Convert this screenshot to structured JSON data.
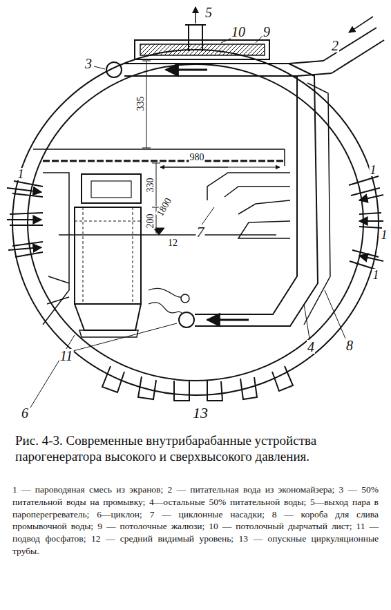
{
  "diagram": {
    "caption": "Рис. 4-3. Современные внутрибарабанные устройства парогенератора высокого и сверхвысокого давления.",
    "labels": [
      "5",
      "10",
      "9",
      "3",
      "2",
      "1",
      "1",
      "1",
      "1",
      "335",
      "980",
      "330",
      "200",
      "1800",
      "12",
      "7",
      "6",
      "8",
      "4",
      "11",
      "13",
      "1 — пароводяная смесь из экранов;",
      "2 — питательная вода из экономайзера;",
      "3 — 50% питательной воды на промывку;",
      "4—остальные 50% питательной воды;",
      "5—выход пара в пароперегреватель;",
      "6—циклон;",
      "7 — циклонные насадки;",
      "8 — короба для слива промывочной воды;",
      "9 — потолочные жалюзи;",
      "10 — потолочный дырчатый лист;",
      "11 — подвод фосфатов;",
      "12 — средний видимый уровень;",
      "13 — опускные циркуляционные трубы."
    ]
  }
}
